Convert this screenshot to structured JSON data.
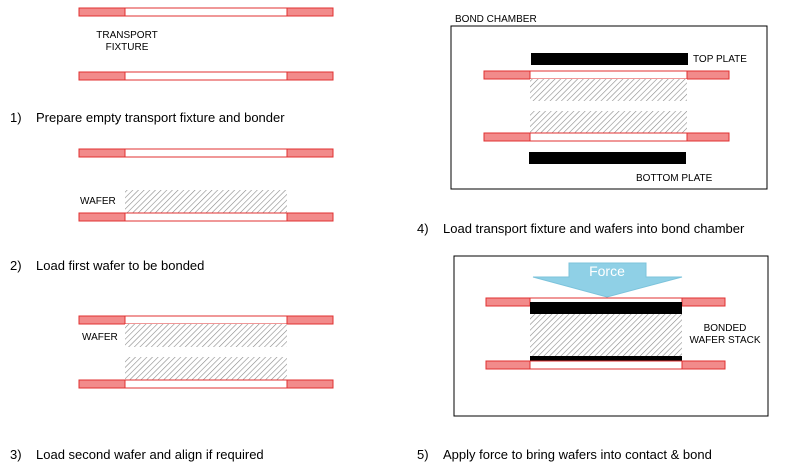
{
  "colors": {
    "fixture_red": "#e03030",
    "fixture_pink": "#f28b8b",
    "plate_black": "#000000",
    "force_arrow": "#8fd0e6"
  },
  "labels": {
    "transport_fixture_line1": "TRANSPORT",
    "transport_fixture_line2": "FIXTURE",
    "wafer_step2": "WAFER",
    "wafer_step3": "WAFER",
    "bond_chamber": "BOND CHAMBER",
    "top_plate": "TOP PLATE",
    "bottom_plate": "BOTTOM PLATE",
    "force": "Force",
    "bonded_line1": "BONDED",
    "bonded_line2": "WAFER STACK"
  },
  "steps": [
    {
      "num": "1)",
      "text": "Prepare empty transport fixture and bonder"
    },
    {
      "num": "2)",
      "text": "Load first wafer to be bonded"
    },
    {
      "num": "3)",
      "text": "Load second wafer and align if required"
    },
    {
      "num": "4)",
      "text": "Load transport fixture and wafers into bond chamber"
    },
    {
      "num": "5)",
      "text": "Apply force to bring wafers into contact & bond"
    }
  ]
}
